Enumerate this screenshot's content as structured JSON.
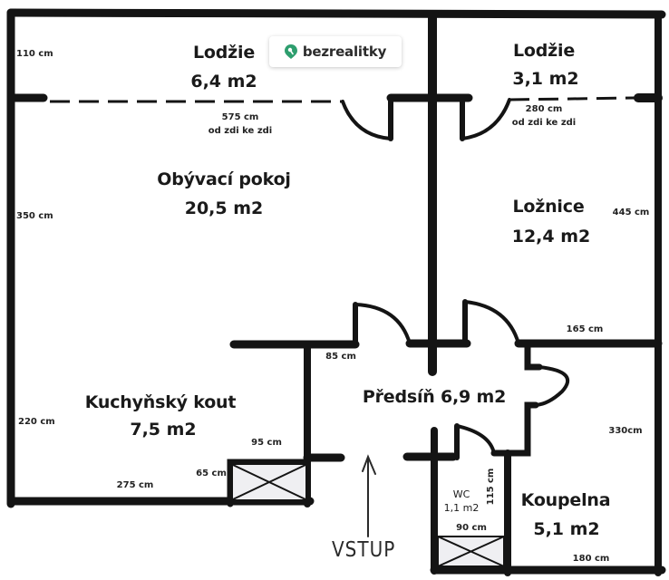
{
  "logo": {
    "brand": "bezrealitky",
    "icon": "map-pin-icon",
    "accent_color": "#2e9e6e"
  },
  "rooms": {
    "lodzie_left": {
      "name": "Lodžie",
      "area": "6,4 m2"
    },
    "lodzie_right": {
      "name": "Lodžie",
      "area": "3,1 m2"
    },
    "obyvaci_pokoj": {
      "name": "Obývací pokoj",
      "area": "20,5 m2"
    },
    "loznice": {
      "name": "Ložnice",
      "area": "12,4 m2"
    },
    "kuchynsky_kout": {
      "name": "Kuchyňský kout",
      "area": "7,5 m2"
    },
    "predsin": {
      "name": "Předsíň 6,9 m2"
    },
    "wc": {
      "name": "WC",
      "area": "1,1 m2"
    },
    "koupelna": {
      "name": "Koupelna",
      "area": "5,1 m2"
    }
  },
  "dimensions": {
    "lodzie_left_depth": "110 cm",
    "lodzie_left_width": "575 cm",
    "lodzie_left_width_note": "od zdi ke zdi",
    "lodzie_right_width": "280 cm",
    "lodzie_right_width_note": "od zdi ke zdi",
    "obyvaci_height": "350 cm",
    "loznice_height": "445 cm",
    "loznice_width": "165 cm",
    "predsin_width": "85 cm",
    "kuchyn_height": "220 cm",
    "kuchyn_width": "275 cm",
    "shaft_width": "95 cm",
    "shaft_height": "65 cm",
    "koupelna_height": "330cm",
    "koupelna_width": "180 cm",
    "wc_height": "115 cm",
    "wc_width": "90 cm"
  },
  "entrance": {
    "label": "VSTUP",
    "icon": "arrow-up-icon"
  },
  "colors": {
    "wall": "#141414",
    "background": "#ffffff",
    "shaft_fill": "#efeff2"
  }
}
